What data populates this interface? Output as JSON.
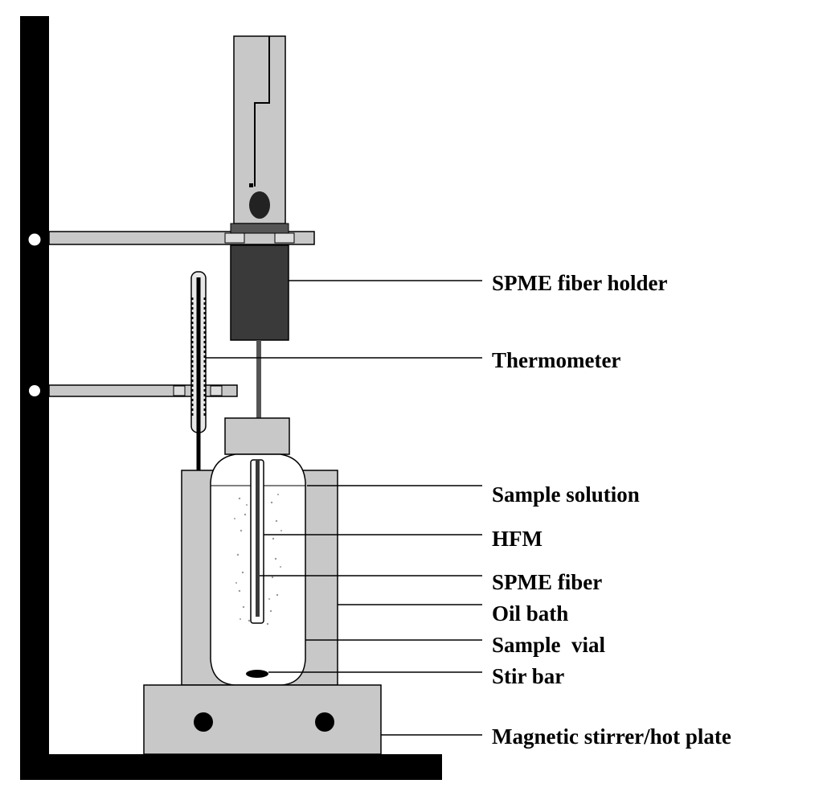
{
  "labels": {
    "spme_fiber_holder": "SPME fiber holder",
    "thermometer": "Thermometer",
    "sample_solution": "Sample solution",
    "hfm": "HFM",
    "spme_fiber": "SPME fiber",
    "oil_bath": "Oil bath",
    "sample_vial": "Sample  vial",
    "stir_bar": "Stir bar",
    "magnetic_stirrer": "Magnetic stirrer/hot plate"
  },
  "colors": {
    "stand": "#000000",
    "panel_gray": "#c8c8c8",
    "dark_block": "#3a3a3a",
    "vial_glass": "#ffffff",
    "speckle": "#9a9a9a",
    "line": "#000000"
  }
}
